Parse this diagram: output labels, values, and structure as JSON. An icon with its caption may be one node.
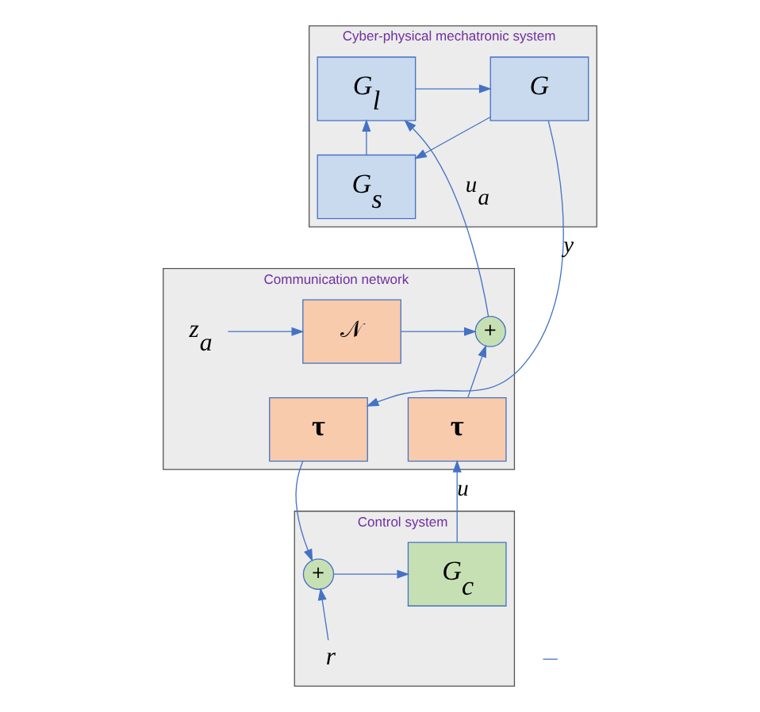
{
  "diagram": {
    "nodes": [
      {
        "text": [
          "Cyber-physical mechatronic system"
        ]
      },
      {
        "text": [
          "G$_{l}$"
        ],
        "in": 0
      },
      {
        "text": [
          "G"
        ],
        "in": 0
      },
      {
        "text": [
          "G$_{s}$"
        ],
        "in": 0
      },
      {
        "text": [
          "Communication network"
        ]
      },
      {
        "text": [
          "+"
        ],
        "in": 4
      },
      {
        "text": [
          "𝒩"
        ],
        "in": 4
      },
      {
        "text": [
          "z$_{a}$"
        ],
        "in": 4
      },
      {
        "text": [
          "τ"
        ],
        "in": 4
      },
      {
        "text": [
          "τ"
        ],
        "in": 4
      },
      {
        "text": [
          "Control system"
        ]
      },
      {
        "text": [
          "G$_{c}$"
        ],
        "in": 10
      },
      {
        "text": [
          "+"
        ],
        "in": 10
      },
      {
        "text": [
          "r"
        ],
        "in": 10
      }
    ],
    "edges": [
      {
        "from": 5,
        "to": 1,
        "arrow": "to",
        "label": "u$_{a}$"
      },
      {
        "from": 1,
        "to": 2,
        "arrow": "to"
      },
      {
        "from": 2,
        "to": 9,
        "arrow": "to",
        "label": "y"
      },
      {
        "from": 2,
        "to": 3,
        "arrow": "to"
      },
      {
        "from": 3,
        "to": 1,
        "arrow": "to"
      },
      {
        "from": 7,
        "to": 6,
        "arrow": "to"
      },
      {
        "from": 6,
        "to": 5,
        "arrow": "to"
      },
      {
        "from": 8,
        "to": 5,
        "arrow": "to"
      },
      {
        "from": 9,
        "to": 12,
        "arrow": "to"
      },
      {
        "from": 12,
        "to": 11,
        "arrow": "to"
      },
      {
        "from": 11,
        "to": 8,
        "arrow": "to",
        "label": "u"
      },
      {
        "from": 13,
        "to": 12,
        "arrow": "to"
      }
    ],
    "labels": [
      "—"
    ]
  }
}
